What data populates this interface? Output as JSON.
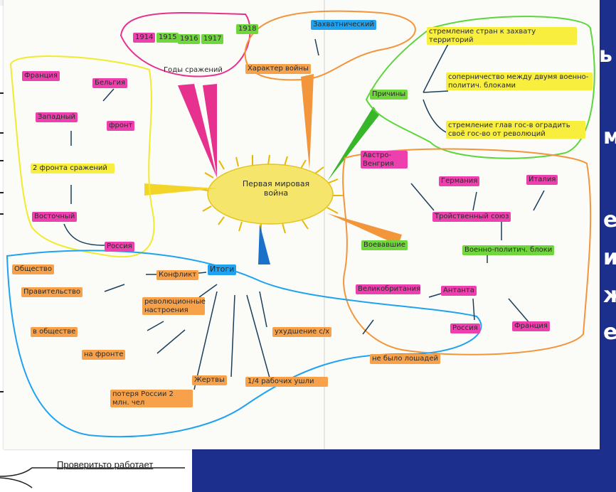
{
  "slide": {
    "letters": [
      "ь",
      "м",
      "е",
      "и",
      "ж",
      "е"
    ],
    "bottom_text": "Проверитьто работает"
  },
  "center": {
    "label": "Первая мировая война"
  },
  "years": {
    "items": [
      "1914",
      "1915",
      "1916",
      "1917",
      "1918"
    ],
    "label": "Годы сражений"
  },
  "character": {
    "label": "Характер войны",
    "value": "Захватнический"
  },
  "causes": {
    "label": "Причины",
    "items": [
      "стремление стран к захвату территорий",
      "соперничество между двумя военно-политич. блоками",
      "стремление глав гос-в оградить своё гос-во от революций"
    ]
  },
  "fronts": {
    "france": "Франция",
    "belgium": "Бельгия",
    "western": "Западный",
    "front": "фронт",
    "two_fronts": "2 фронта сражений",
    "eastern": "Восточный",
    "russia": "Россия"
  },
  "blocs": {
    "austria": "Австро-Венгрия",
    "germany": "Германия",
    "italy": "Италия",
    "triple_alliance": "Тройственный союз",
    "warring": "Воевавшие",
    "military_blocs": "Военно-политич. блоки",
    "entente": "Антанта",
    "britain": "Великобритания",
    "russia": "Россия",
    "france": "Франция"
  },
  "results": {
    "label": "Итоги",
    "conflict": "Конфликт",
    "society": "Общество",
    "government": "Правительство",
    "revolution": "революционные настроения",
    "in_society": "в обществе",
    "at_front": "на фронте",
    "losses": "потеря России 2 млн. чел",
    "victims": "Жертвы",
    "workers": "1/4 рабочих ушли",
    "agriculture": "ухудшение с/х",
    "horses": "не было лошадей"
  }
}
